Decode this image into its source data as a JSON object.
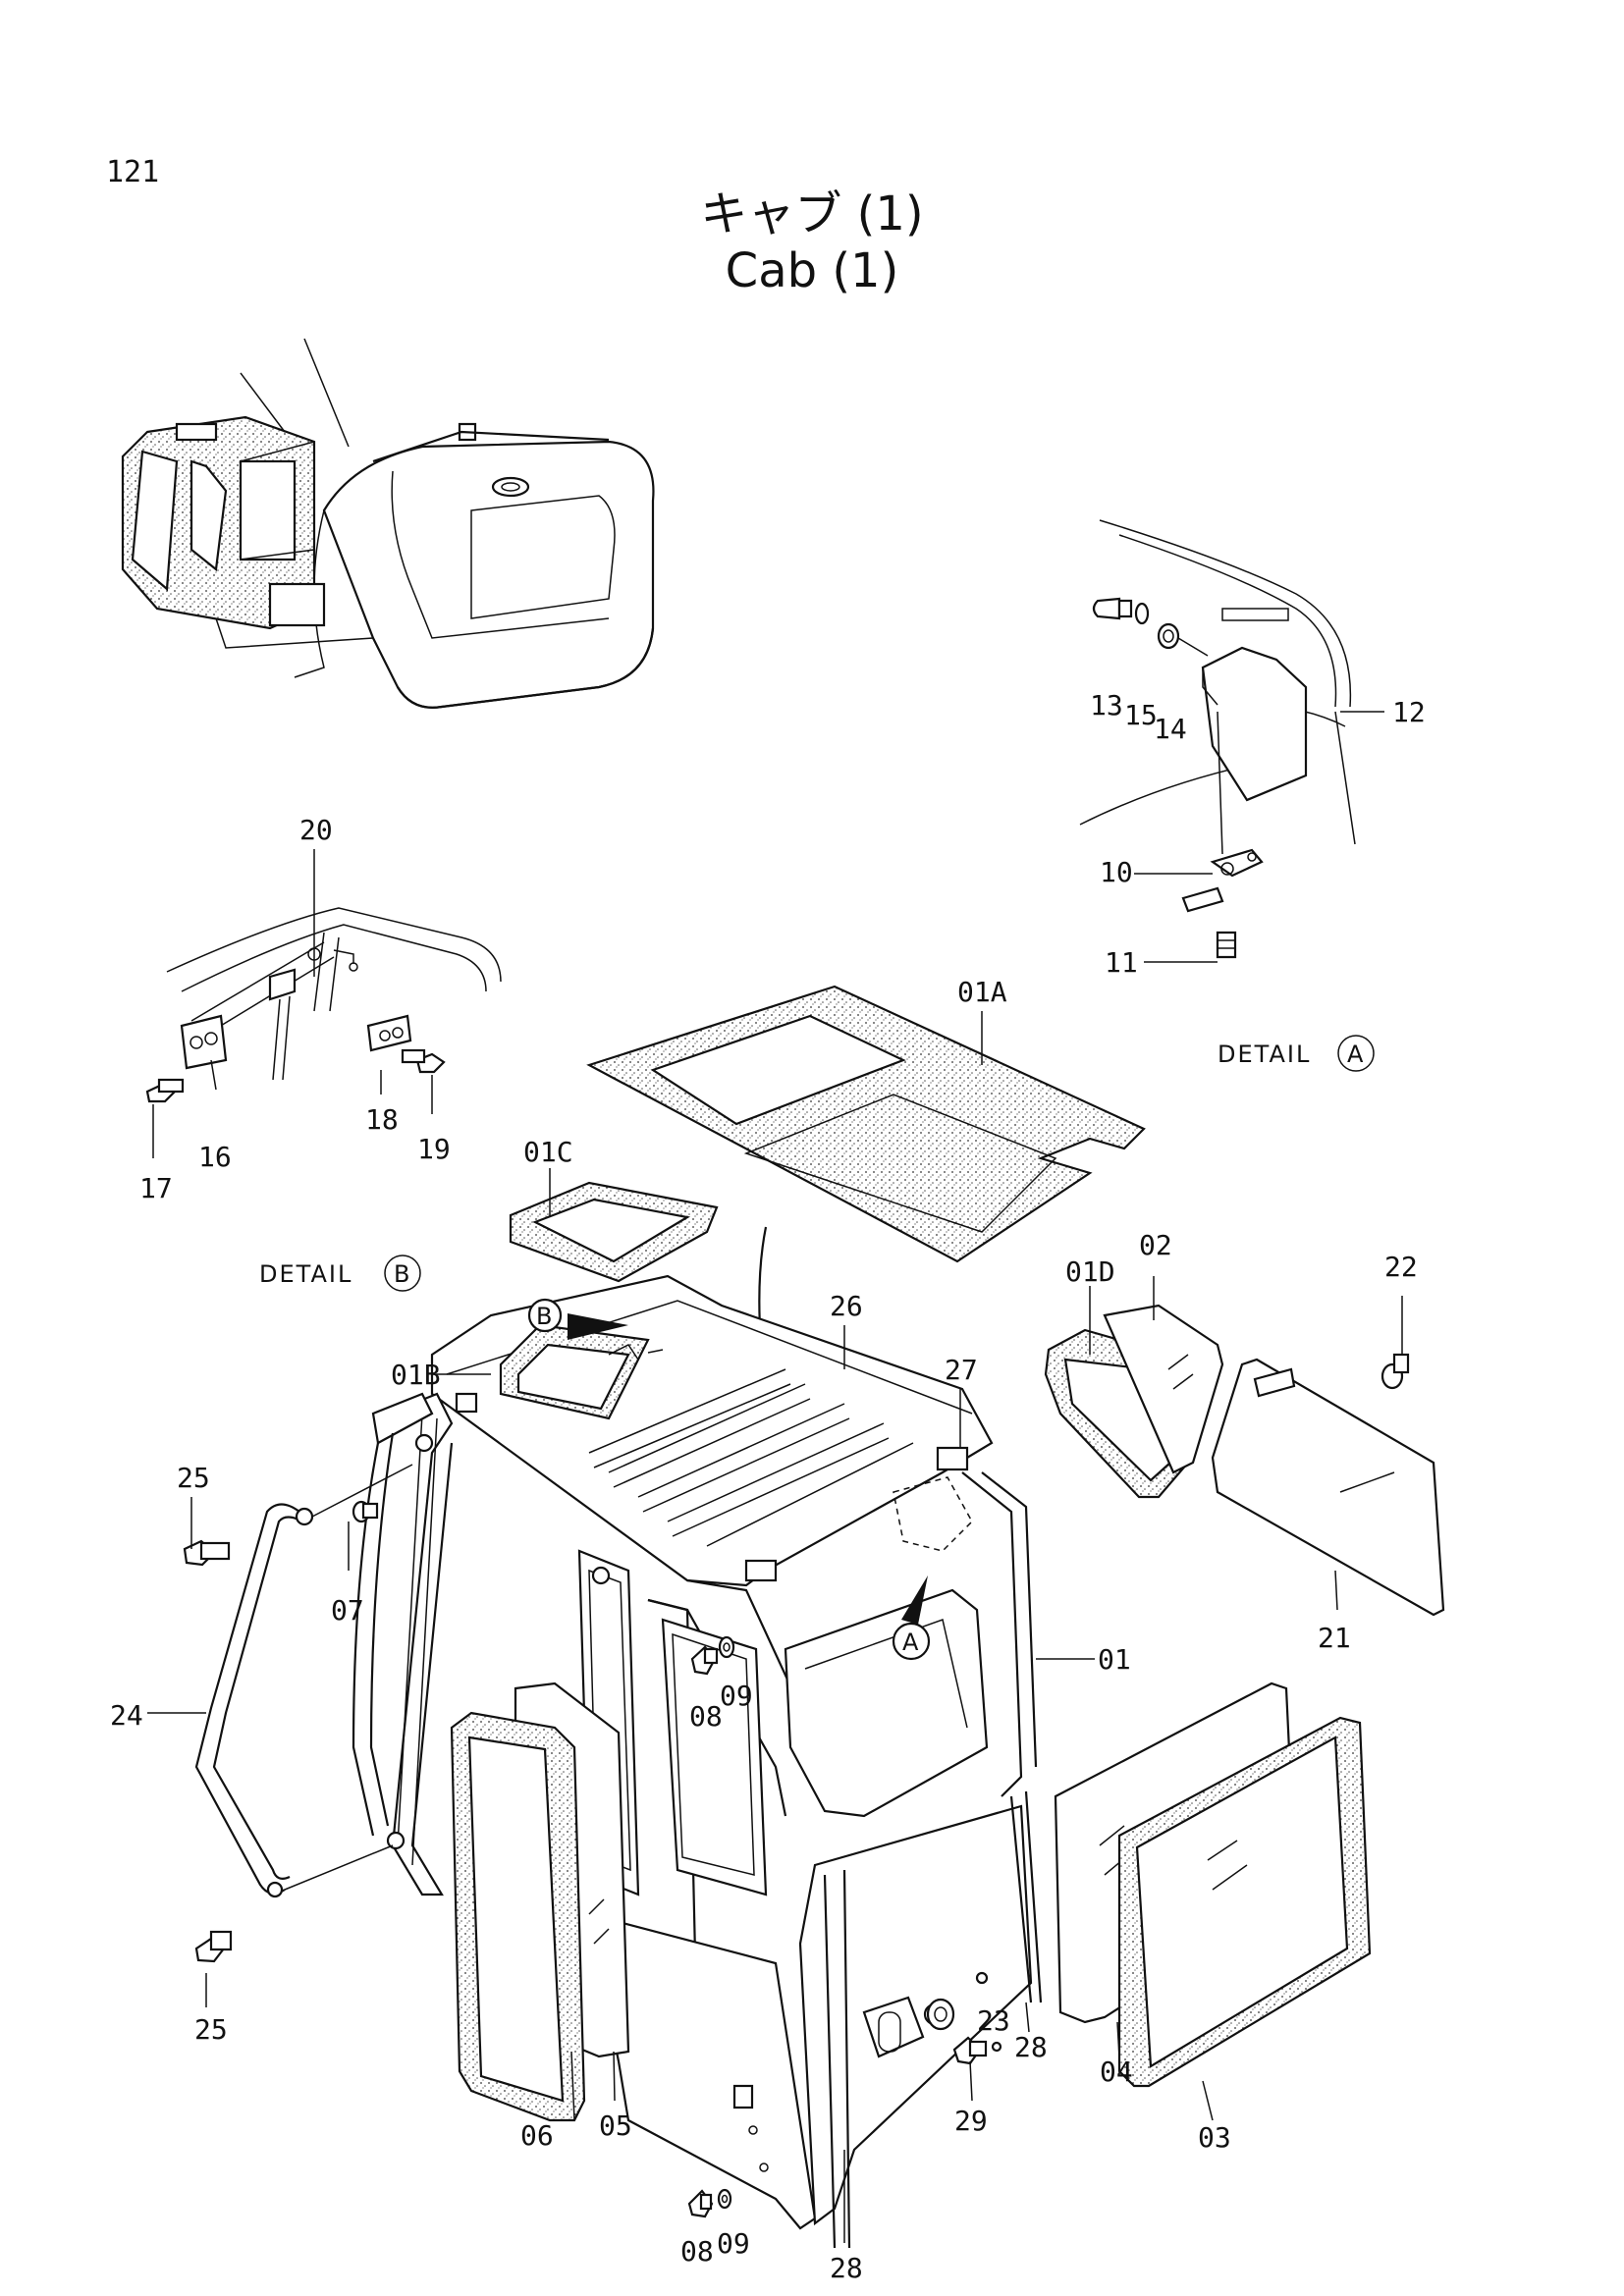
{
  "page_number": "121",
  "title_jp": "キャブ (1)",
  "title_en": "Cab (1)",
  "details": {
    "a": {
      "text": "DETAIL",
      "letter": "A"
    },
    "b": {
      "text": "DETAIL",
      "letter": "B"
    }
  },
  "callouts": {
    "c01": "01",
    "c01a": "01A",
    "c01b": "01B",
    "c01c": "01C",
    "c01d": "01D",
    "c02": "02",
    "c03": "03",
    "c04": "04",
    "c05": "05",
    "c06": "06",
    "c07": "07",
    "c08a": "08",
    "c08b": "08",
    "c09a": "09",
    "c09b": "09",
    "c10": "10",
    "c11": "11",
    "c12": "12",
    "c13": "13",
    "c14": "14",
    "c15": "15",
    "c16": "16",
    "c17": "17",
    "c18": "18",
    "c19": "19",
    "c20": "20",
    "c21": "21",
    "c22": "22",
    "c23": "23",
    "c24": "24",
    "c25a": "25",
    "c25b": "25",
    "c26": "26",
    "c27": "27",
    "c28a": "28",
    "c28b": "28",
    "c29": "29"
  },
  "markers": {
    "a": "A",
    "b": "B"
  }
}
